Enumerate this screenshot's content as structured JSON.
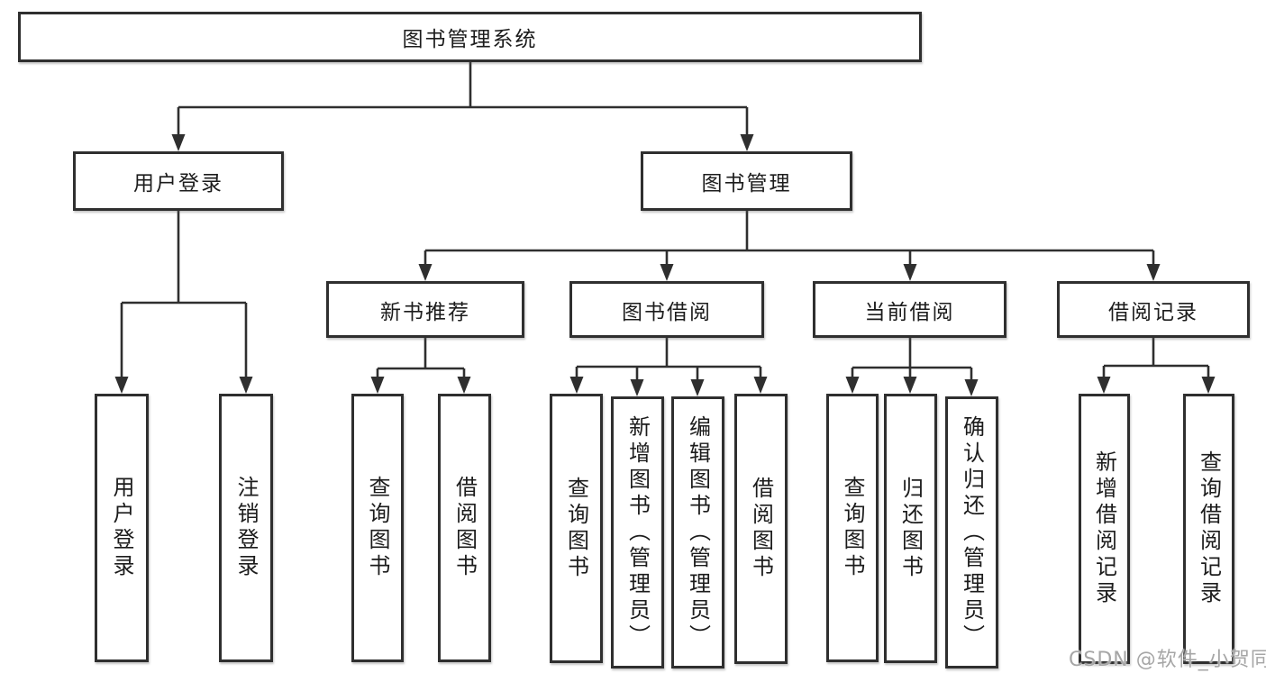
{
  "diagram_type": "hierarchy-tree",
  "colors": {
    "line": "#2f2f2f",
    "box_border": "#2f2f2f",
    "text": "#1c1c1c",
    "background": "#ffffff",
    "watermark": "#a6a6a6"
  },
  "tree": {
    "label": "图书管理系统",
    "children": [
      {
        "label": "用户登录",
        "children": [
          {
            "label": "用户登录"
          },
          {
            "label": "注销登录"
          }
        ]
      },
      {
        "label": "图书管理",
        "children": [
          {
            "label": "新书推荐",
            "children": [
              {
                "label": "查询图书"
              },
              {
                "label": "借阅图书"
              }
            ]
          },
          {
            "label": "图书借阅",
            "children": [
              {
                "label": "查询图书"
              },
              {
                "label": "新增图书（管理员）"
              },
              {
                "label": "编辑图书（管理员）"
              },
              {
                "label": "借阅图书"
              }
            ]
          },
          {
            "label": "当前借阅",
            "children": [
              {
                "label": "查询图书"
              },
              {
                "label": "归还图书"
              },
              {
                "label": "确认归还（管理员）"
              }
            ]
          },
          {
            "label": "借阅记录",
            "children": [
              {
                "label": "新增借阅记录"
              },
              {
                "label": "查询借阅记录"
              }
            ]
          }
        ]
      }
    ]
  },
  "watermark": {
    "text": "CSDN @软件_小贺同学"
  }
}
